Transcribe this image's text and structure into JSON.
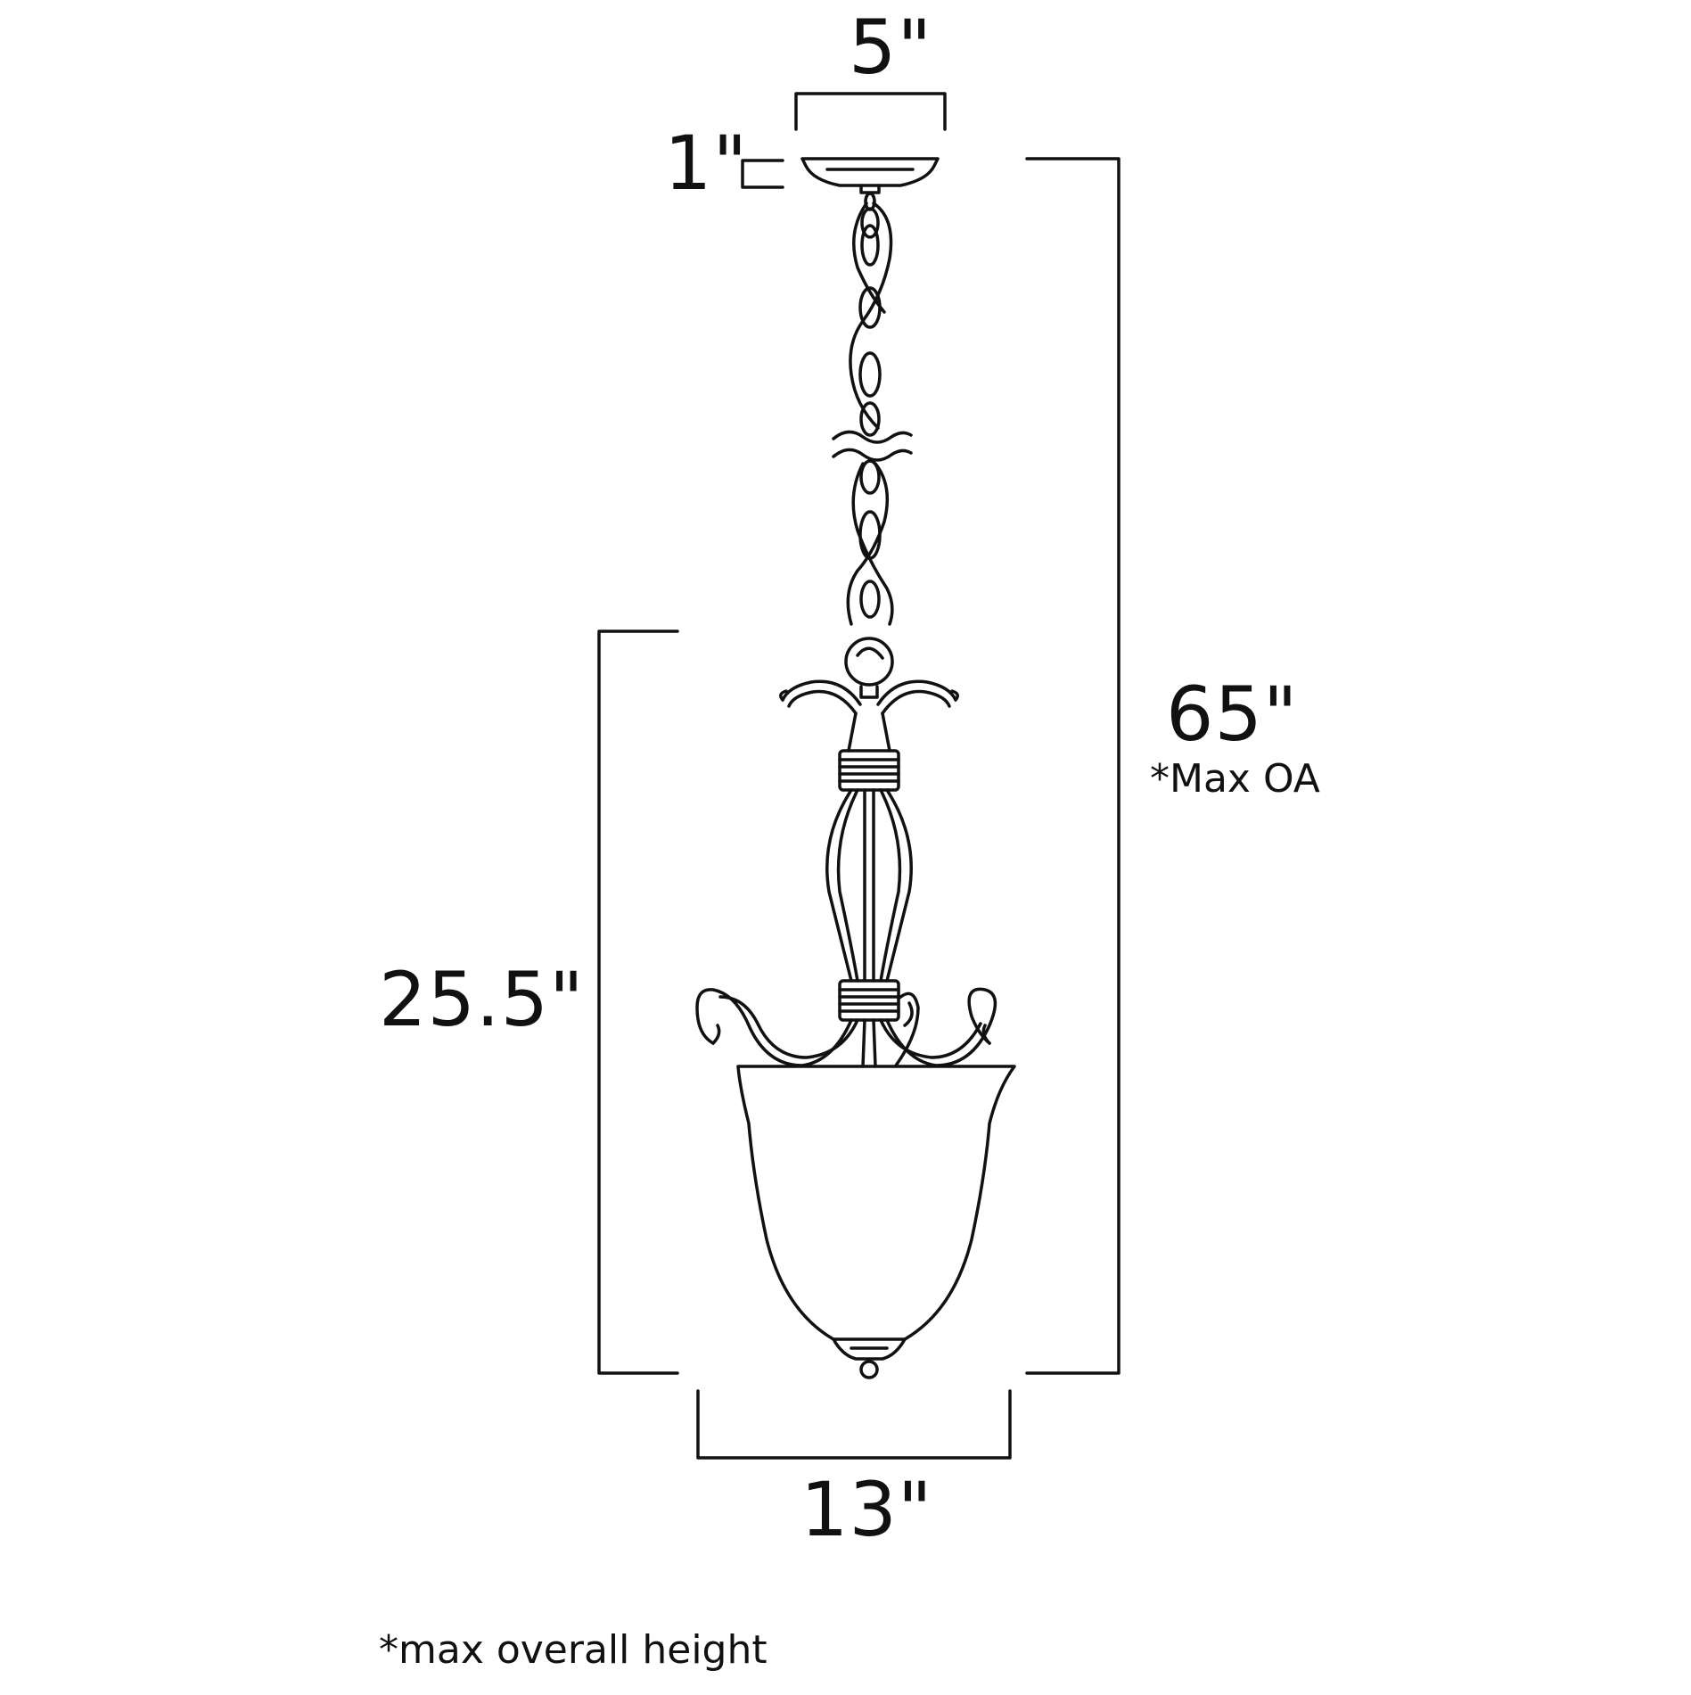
{
  "dimensions": {
    "canopy_width": "5\"",
    "canopy_height": "1\"",
    "overall_height": "65\"",
    "overall_height_note": "*Max OA",
    "fixture_height": "25.5\"",
    "fixture_width": "13\""
  },
  "footnote": "*max overall height",
  "colors": {
    "line": "#111111",
    "background": "#ffffff"
  }
}
